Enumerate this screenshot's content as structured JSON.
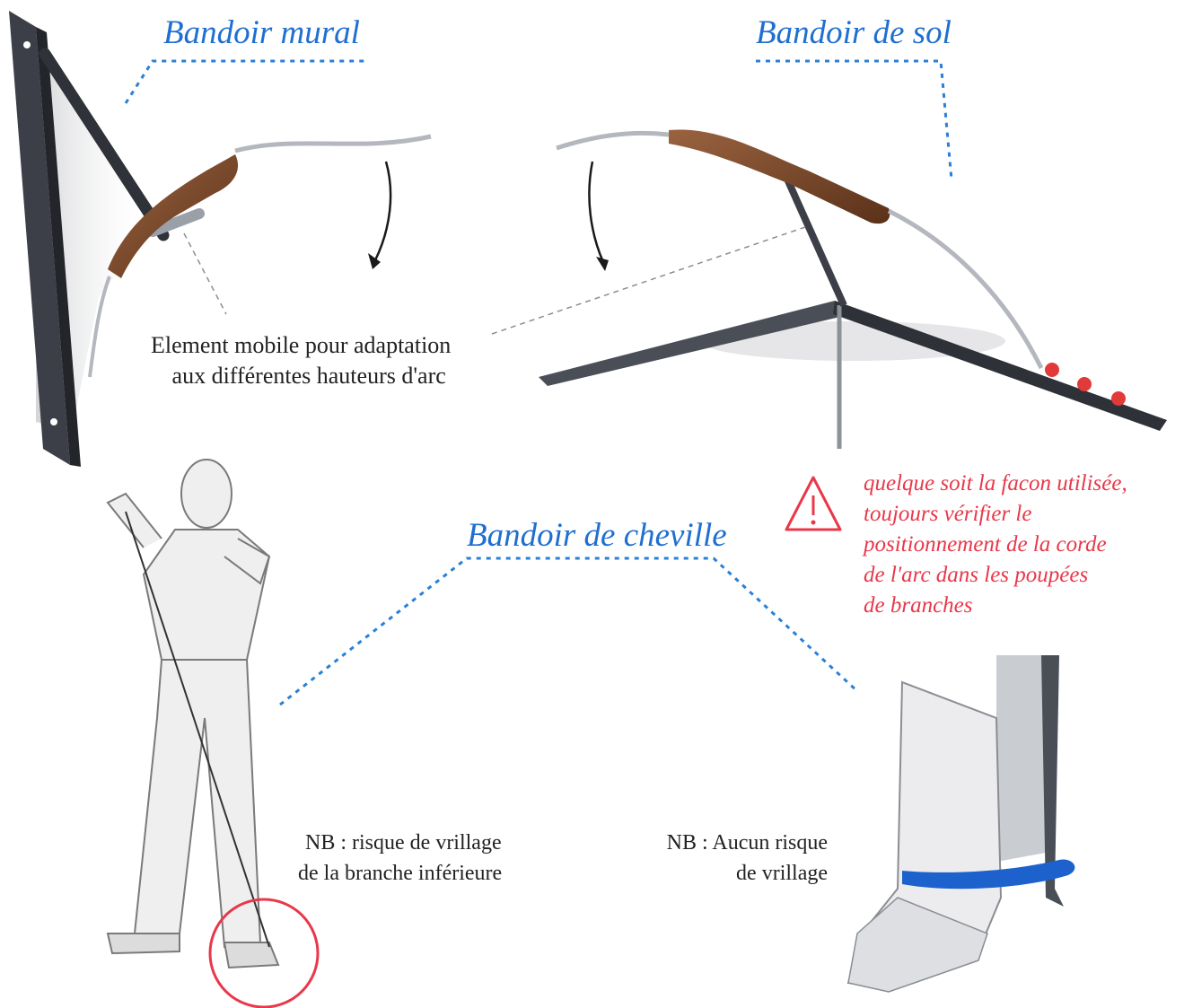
{
  "colors": {
    "title_blue": "#1f6fd1",
    "warning_red": "#e8384a",
    "leader_blue": "#2a80d6",
    "strap_blue": "#1d62cc",
    "wood_brown": "#7a4a2a",
    "steel_dark": "#3c3f47"
  },
  "icons": [
    "warning-triangle-icon"
  ],
  "titles": {
    "mural": "Bandoir mural",
    "sol": "Bandoir de sol",
    "cheville": "Bandoir de cheville"
  },
  "callouts": {
    "element_mobile": [
      "Element mobile pour adaptation",
      "aux différentes hauteurs d'arc"
    ],
    "nb_left": [
      "NB : risque de vrillage",
      "de la branche inférieure"
    ],
    "nb_right": [
      "NB : Aucun risque",
      "de vrillage"
    ]
  },
  "warning": {
    "lines": [
      "quelque  soit la facon utilisée,",
      "toujours vérifier le",
      "positionnement de la corde",
      "de l'arc dans les poupées",
      "de branches"
    ]
  }
}
